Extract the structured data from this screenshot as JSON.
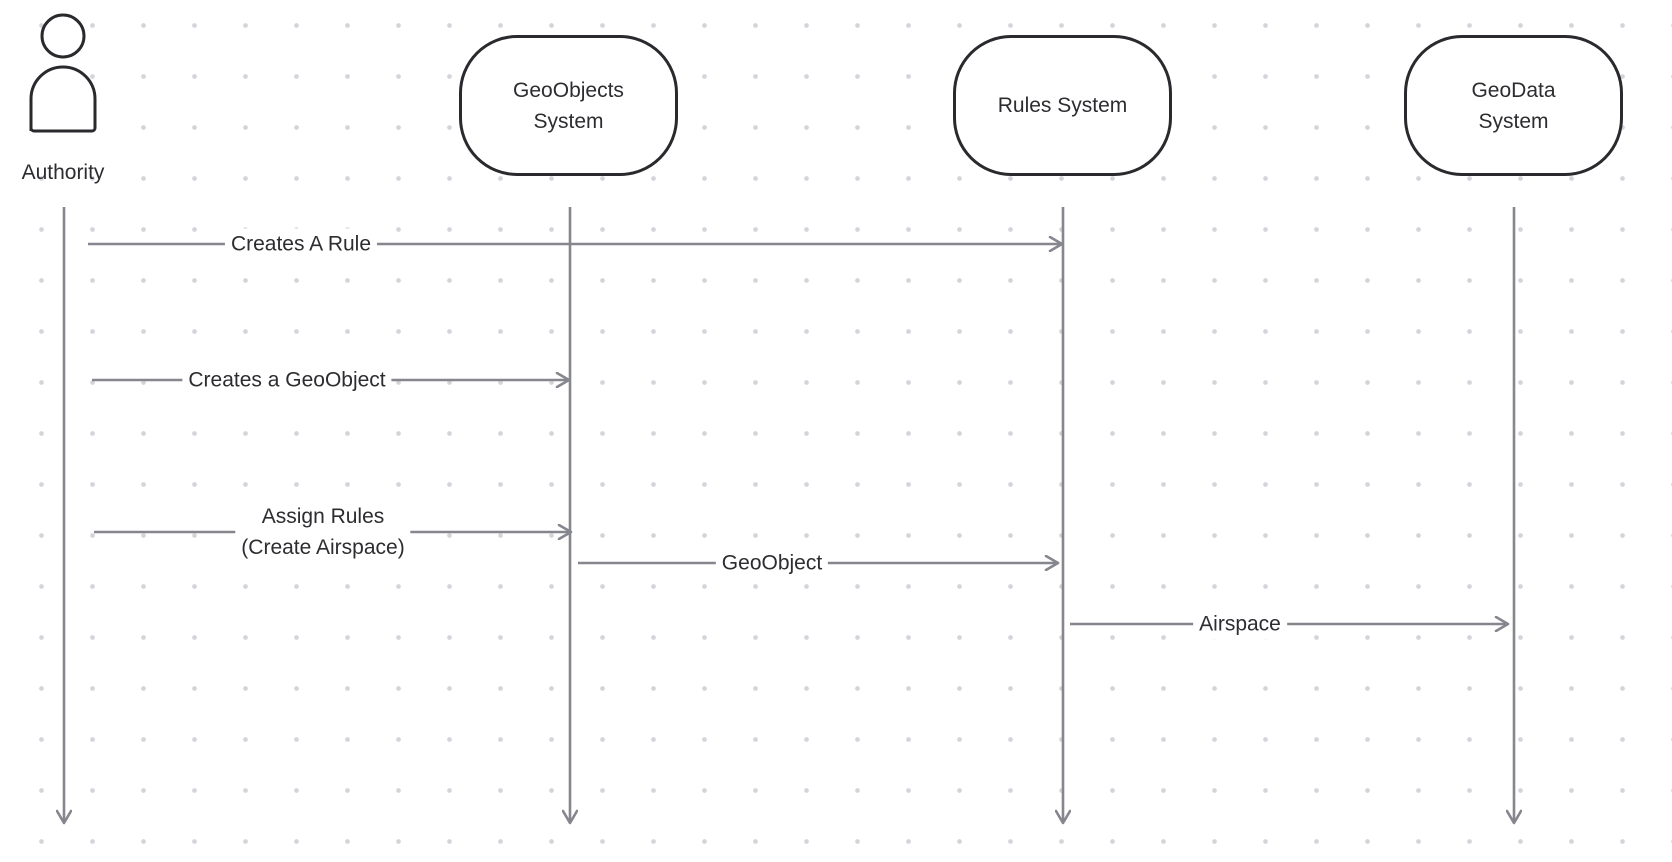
{
  "diagram": {
    "actor": {
      "label": "Authority"
    },
    "systems": [
      {
        "key": "geoobjects",
        "label": "GeoObjects\nSystem"
      },
      {
        "key": "rules",
        "label": "Rules System"
      },
      {
        "key": "geodata",
        "label": "GeoData\nSystem"
      }
    ],
    "messages": [
      {
        "from": "authority",
        "to": "rules",
        "label": "Creates A Rule"
      },
      {
        "from": "authority",
        "to": "geoobjects",
        "label": "Creates a GeoObject"
      },
      {
        "from": "authority",
        "to": "geoobjects",
        "label": "Assign Rules\n(Create Airspace)"
      },
      {
        "from": "geoobjects",
        "to": "rules",
        "label": "GeoObject"
      },
      {
        "from": "rules",
        "to": "geodata",
        "label": "Airspace"
      }
    ]
  },
  "colors": {
    "line": "#86868e",
    "outline": "#2a2a2e",
    "text": "#2d2d31",
    "grid_dot": "#d4d5db",
    "background": "#ffffff"
  }
}
